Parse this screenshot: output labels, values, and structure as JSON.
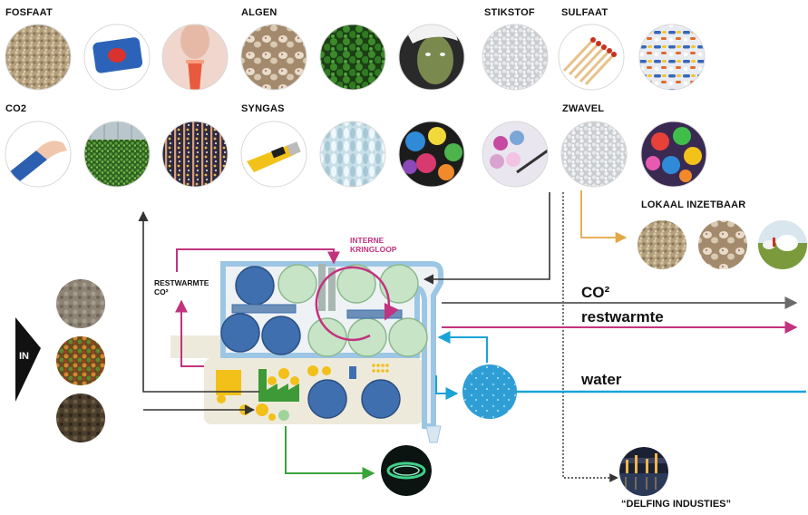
{
  "categories": {
    "fosfaat": "FOSFAAT",
    "algen": "ALGEN",
    "stikstof": "STIKSTOF",
    "sulfaat": "SULFAAT",
    "co2": "CO2",
    "syngas": "SYNGAS",
    "zwavel": "ZWAVEL"
  },
  "labels": {
    "lokaal": "LOKAAL INZETBAAR",
    "interne_line1": "INTERNE",
    "interne_line2": "KRINGLOOP",
    "restwarmte_line1": "RESTWARMTE",
    "restwarmte_line2": "CO²",
    "in": "IN",
    "out_co2": "CO²",
    "out_restwarmte": "restwarmte",
    "out_water": "water",
    "delfing": "“DELFING INDUSTIES”"
  },
  "colors": {
    "pink": "#c2337f",
    "blue_tank": "#3f6fae",
    "green_tank": "#c7e4c7",
    "hall_outline": "#9cc6e4",
    "water_blue": "#1aa3d6",
    "green_arrow": "#3aa43a",
    "orange_arrow": "#e1a845",
    "gray_arrow": "#6b6b6b",
    "factory_green": "#3e9a37",
    "factory_yellow": "#f2c019",
    "facility_bg": "#eeeadb"
  },
  "icons": {
    "fosfaat_1": "grain-texture-photo",
    "fosfaat_2": "dish-sponge-photo",
    "fosfaat_3": "drink-glass-photo",
    "algen_1": "rats-photo",
    "algen_2": "green-pellets-photo",
    "algen_3": "face-mask-photo",
    "stikstof_1": "white-granules-photo",
    "sulfaat_1": "matches-photo",
    "sulfaat_2": "pills-photo",
    "co2_1": "plaster-cast-photo",
    "co2_2": "greenhouse-photo",
    "co2_3": "cheering-hands-photo",
    "syngas_1": "glue-tube-photo",
    "syngas_2": "plastic-bottles-photo",
    "syngas_3": "paint-cups-photo",
    "zwavel_1": "paint-palette-photo",
    "zwavel_2": "white-granules-photo",
    "zwavel_3": "condoms-photo",
    "lokaal_1": "grain-texture-photo",
    "lokaal_2": "rats-photo",
    "lokaal_3": "field-domes-photo",
    "in_1": "sludge-photo",
    "in_2": "vegetable-waste-photo",
    "in_3": "manure-photo",
    "gas_flame": "gas-flame-photo",
    "water_drop": "water-photo",
    "industry_skyline": "industry-skyline-photo"
  }
}
